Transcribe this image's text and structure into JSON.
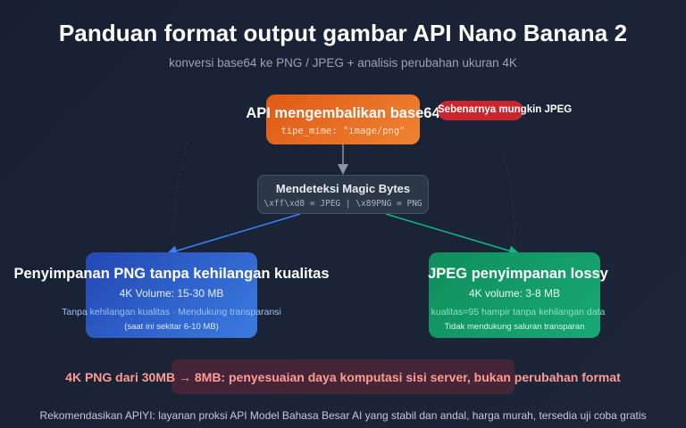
{
  "header": {
    "title": "Panduan format output gambar API Nano Banana 2",
    "subtitle": "konversi base64 ke PNG / JPEG + analisis perubahan ukuran 4K"
  },
  "nodes": {
    "api": {
      "title": "API mengembalikan base64",
      "mime": "tipe_mime: \"image/png\"",
      "color": "#e8702a"
    },
    "warning": {
      "label": "Sebenarnya mungkin JPEG",
      "color": "#c8272f"
    },
    "detect": {
      "title": "Mendeteksi Magic Bytes",
      "code": "\\xff\\xd8 = JPEG | \\x89PNG = PNG",
      "color": "#2c3748"
    },
    "png": {
      "title": "Penyimpanan PNG tanpa kehilangan kualitas",
      "size": "4K Volume: 15-30 MB",
      "features": "Tanpa kehilangan kualitas  ·  Mendukung transparansi",
      "note": "(saat ini sekitar 6-10 MB)",
      "color": "#2f5fd0"
    },
    "jpeg": {
      "title": "JPEG penyimpanan lossy",
      "size": "4K volume: 3-8 MB",
      "features": "kualitas=95 hampir tanpa kehilangan data",
      "note": "Tidak mendukung saluran transparan",
      "color": "#139b69"
    }
  },
  "edges": [
    {
      "from": "api",
      "to": "detect",
      "color": "#8a96a8"
    },
    {
      "from": "detect",
      "to": "png",
      "color": "#3b82f6"
    },
    {
      "from": "detect",
      "to": "jpeg",
      "color": "#10b981"
    }
  ],
  "callout": {
    "text": "4K PNG dari 30MB → 8MB: penyesuaian daya komputasi sisi server, bukan perubahan format",
    "color": "#ff9a95"
  },
  "footer": {
    "text": "Rekomendasikan APIYI: layanan proksi API Model Bahasa Besar AI yang stabil dan andal, harga murah, tersedia uji coba gratis"
  }
}
